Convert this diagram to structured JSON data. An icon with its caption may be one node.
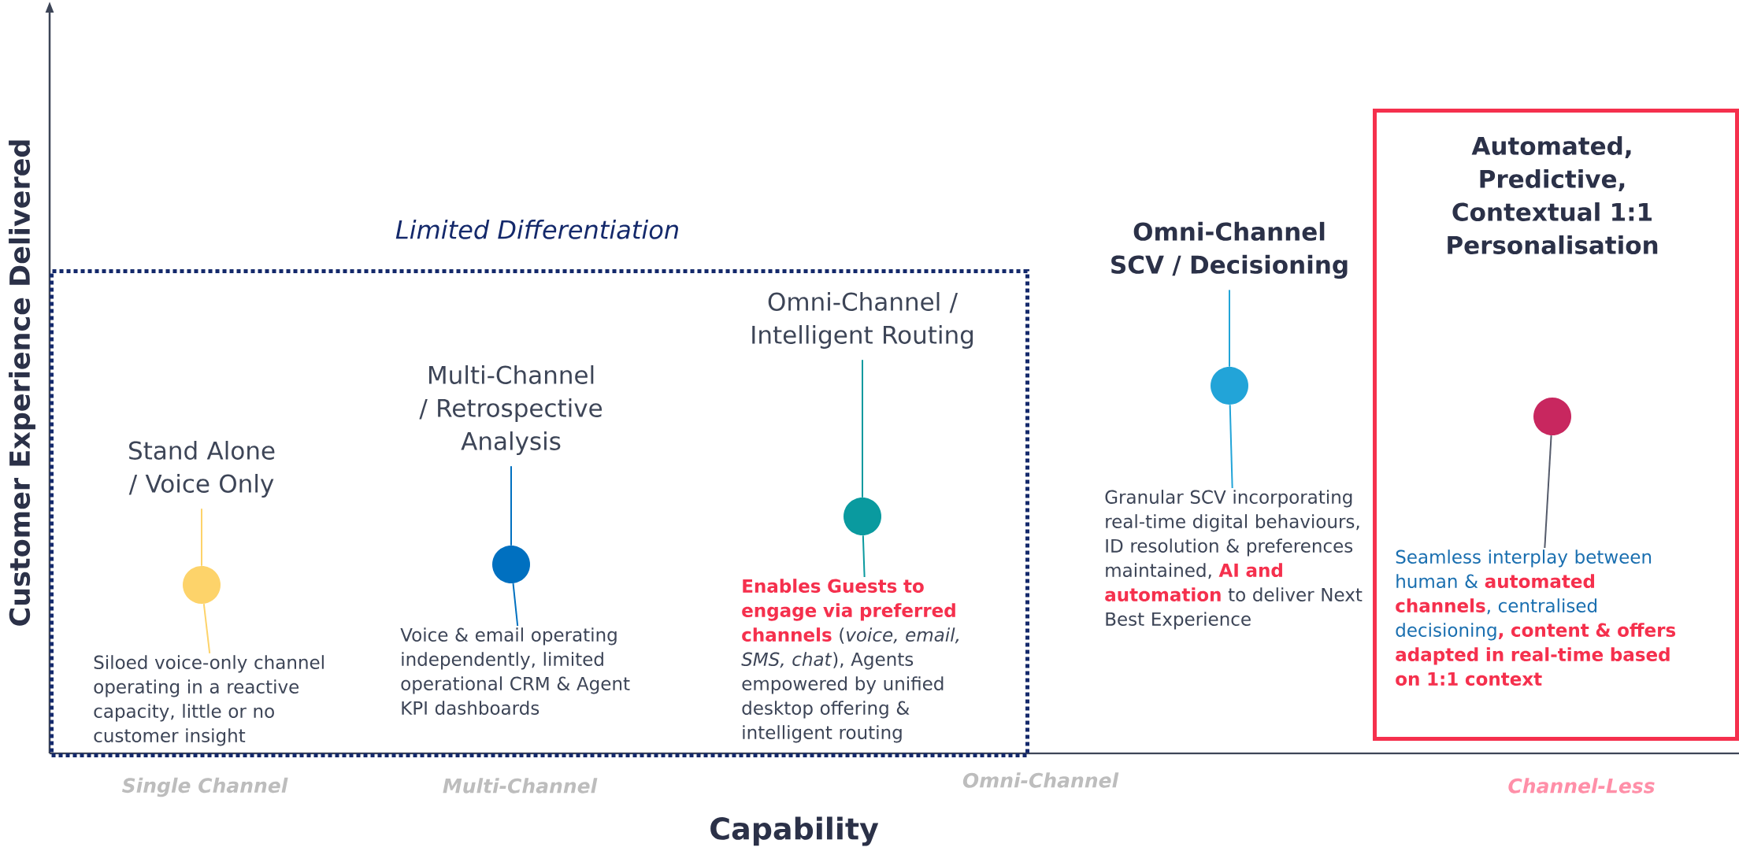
{
  "diagram": {
    "nodes": [
      {
        "text": [
          "Limited Differentiation"
        ]
      },
      {
        "text": [
          "Stand Alone / Voice Only"
        ],
        "in": 0
      },
      {
        "text": [],
        "shape": "circle",
        "in": 0
      },
      {
        "text": [
          "Siloed voice-only channel operating in a reactive capacity, little or no customer insight"
        ],
        "in": 0
      },
      {
        "text": [
          "Multi-Channel / Retrospective Analysis"
        ],
        "in": 0
      },
      {
        "text": [],
        "shape": "circle",
        "in": 0
      },
      {
        "text": [
          "Voice & email operating independently, limited operational CRM & Agent KPI dashboards"
        ],
        "in": 0
      },
      {
        "text": [
          "Omni-Channel / Intelligent Routing"
        ],
        "in": 0
      },
      {
        "text": [],
        "shape": "circle",
        "in": 0
      },
      {
        "text": [
          "**Enables Guests to engage via preferred channels** (*voice, email, SMS, chat*), Agents empowered by unified desktop offering & intelligent routing"
        ],
        "in": 0
      },
      {
        "text": [
          "Omni-Channel SCV / Decisioning"
        ]
      },
      {
        "text": [],
        "shape": "circle"
      },
      {
        "text": [
          "Granular SCV incorporating real-time digital behaviours, ID resolution & preferences maintained, **AI and automation** to deliver Next Best Experience"
        ]
      },
      {
        "text": [],
        "shape": "box"
      },
      {
        "text": [
          "Automated, Predictive, Contextual 1:1 Personalisation"
        ],
        "in": 13
      },
      {
        "text": [],
        "shape": "circle",
        "in": 13
      },
      {
        "text": [
          "Seamless interplay between human & **automated channels**, centralised decisioning**, content & offers adapted in real-time based on 1:1 context**"
        ],
        "in": 13
      }
    ],
    "edges": [
      {
        "from": 1,
        "to": 2,
        "arrow": "none",
        "color": "#fdd36a"
      },
      {
        "from": 2,
        "to": 3,
        "arrow": "none",
        "color": "#fdd36a"
      },
      {
        "from": 4,
        "to": 5,
        "arrow": "none",
        "color": "#0070c0"
      },
      {
        "from": 5,
        "to": 6,
        "arrow": "none",
        "color": "#0070c0"
      },
      {
        "from": 7,
        "to": 8,
        "arrow": "none",
        "color": "#0a9a9f"
      },
      {
        "from": 8,
        "to": 9,
        "arrow": "none",
        "color": "#0a9a9f"
      },
      {
        "from": 10,
        "to": 11,
        "arrow": "none",
        "color": "#22a4d8"
      },
      {
        "from": 11,
        "to": 12,
        "arrow": "none",
        "color": "#22a4d8"
      },
      {
        "from": 15,
        "to": 16,
        "arrow": "none",
        "color": "#555b6b"
      }
    ],
    "labels": [
      "Customer Experience Delivered",
      "Single Channel",
      "Multi-Channel",
      "Omni-Channel",
      "Channel-Less",
      "Capability"
    ]
  }
}
